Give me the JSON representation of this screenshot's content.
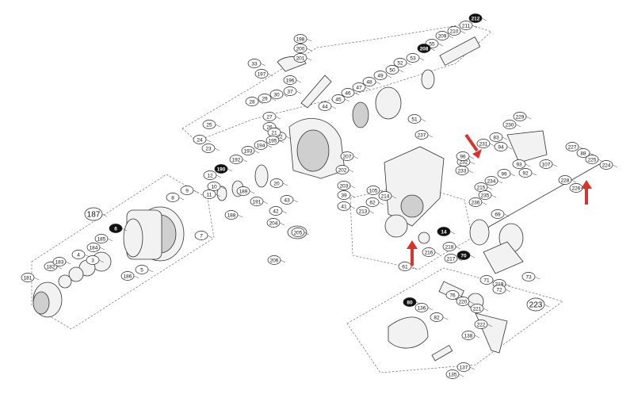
{
  "diagram": {
    "callouts": [
      "198",
      "200",
      "201",
      "33",
      "197",
      "196",
      "37",
      "30",
      "29",
      "28",
      "27",
      "26",
      "25",
      "24",
      "23",
      "22",
      "21",
      "20",
      "193",
      "194",
      "195",
      "192",
      "191",
      "190",
      "189",
      "188",
      "12",
      "10",
      "11",
      "9",
      "8",
      "7",
      "6",
      "5",
      "4",
      "3",
      "184",
      "185",
      "186",
      "182",
      "183",
      "181",
      "187",
      "39",
      "41",
      "42",
      "43",
      "44",
      "45",
      "46",
      "47",
      "48",
      "49",
      "50",
      "51",
      "52",
      "53",
      "55",
      "208",
      "209",
      "210",
      "211",
      "212",
      "202",
      "203",
      "204",
      "205",
      "206",
      "207",
      "213",
      "214",
      "215",
      "216",
      "217",
      "218",
      "219",
      "220",
      "221",
      "222",
      "223",
      "229",
      "230",
      "231",
      "232",
      "233",
      "234",
      "235",
      "236",
      "237",
      "99",
      "105",
      "62",
      "61",
      "14",
      "70",
      "69",
      "71",
      "72",
      "73",
      "83",
      "94",
      "92",
      "93",
      "96",
      "107",
      "88",
      "224",
      "225",
      "226",
      "227",
      "228",
      "80",
      "76",
      "82",
      "136",
      "137",
      "138",
      "135"
    ],
    "highlight_color": "#d9342b",
    "arrow_icons": [
      "arrow-up-icon",
      "arrow-down-left-icon",
      "arrow-up-icon"
    ]
  }
}
